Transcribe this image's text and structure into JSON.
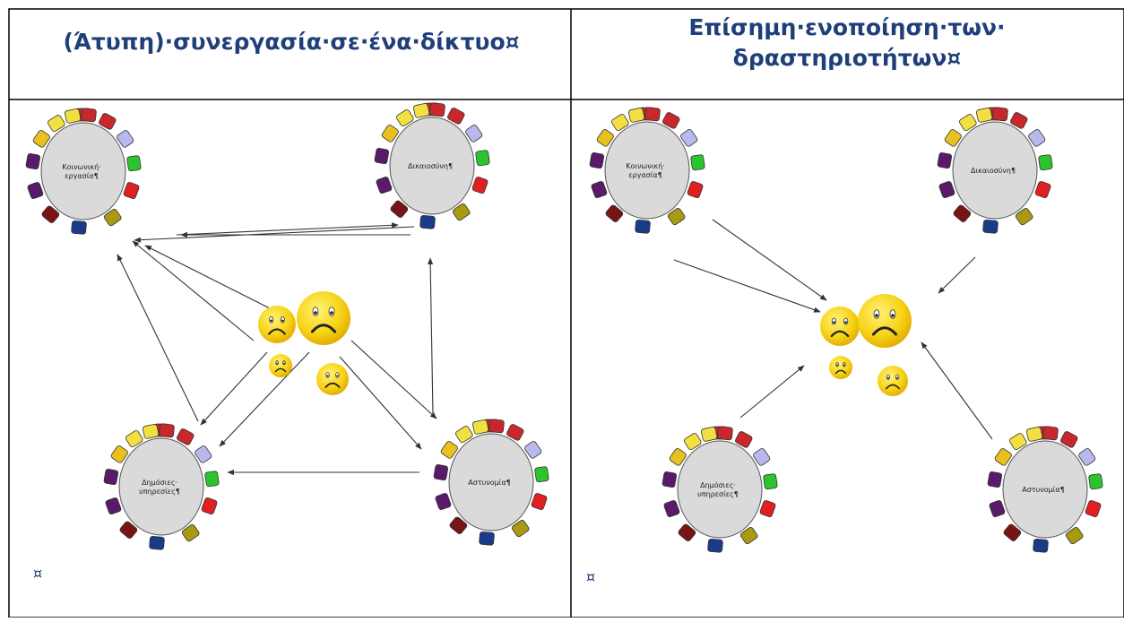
{
  "left_panel": {
    "title": "(Άτυπη)·συνεργασία·σε·ένα·δίκτυο¤",
    "tables": [
      {
        "lines": [
          "Κοινωνική·",
          "εργασία¶"
        ]
      },
      {
        "lines": [
          "Δικαιοσύνη¶"
        ]
      },
      {
        "lines": [
          "Δημόσιες·",
          "υπηρεσίες¶"
        ]
      },
      {
        "lines": [
          "Αστυνομία¶"
        ]
      }
    ],
    "end_mark": "¤"
  },
  "right_panel": {
    "title_line1": "Επίσημη·ενοποίηση·των·",
    "title_line2": "δραστηριοτήτων¤",
    "tables": [
      {
        "lines": [
          "Κοινωνική·",
          "εργασία¶"
        ]
      },
      {
        "lines": [
          "Δικαιοσύνη¶"
        ]
      },
      {
        "lines": [
          "Δημόσιες·",
          "υπηρεσίες¶"
        ]
      },
      {
        "lines": [
          "Αστυνομία¶"
        ]
      }
    ],
    "end_mark": "¤"
  },
  "top_mark": "¨",
  "icons": {
    "table": "round-table-with-chairs-icon",
    "face": "sad-face-icon"
  },
  "colors": {
    "border": "#000000",
    "title": "#1f3f7a",
    "table": "#dadada",
    "face": "#f7d417"
  }
}
